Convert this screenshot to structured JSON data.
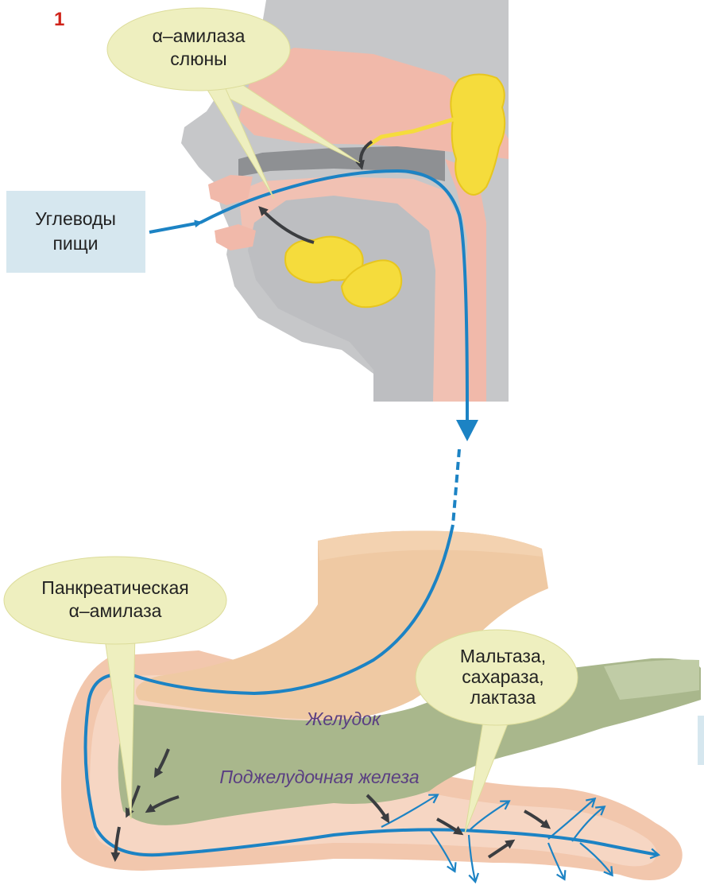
{
  "figure_number": "1",
  "labels": {
    "salivary_amylase_line1": "α–амилаза",
    "salivary_amylase_line2": "слюны",
    "food_carbs_line1": "Углеводы",
    "food_carbs_line2": "пищи",
    "pancreatic_amylase_line1": "Панкреатическая",
    "pancreatic_amylase_line2": "α–амилаза",
    "brush_enzymes_line1": "Мальтаза,",
    "brush_enzymes_line2": "сахараза,",
    "brush_enzymes_line3": "лактаза",
    "stomach": "Желудок",
    "pancreas": "Поджелудочная железа"
  },
  "colors": {
    "flow_path": "#1c83c4",
    "callout_fill": "#eeefbf",
    "label_box": "#d6e7ef",
    "figure_number": "#d0241b",
    "italic_label": "#5a3f82",
    "gland": "#f5dc3c",
    "head_gray": "#c6c7c9",
    "tissue_pink": "#f1b9aa",
    "stomach": "#efc9a3",
    "pancreas": "#a9b78c",
    "intestine": "#f2c7ad"
  }
}
